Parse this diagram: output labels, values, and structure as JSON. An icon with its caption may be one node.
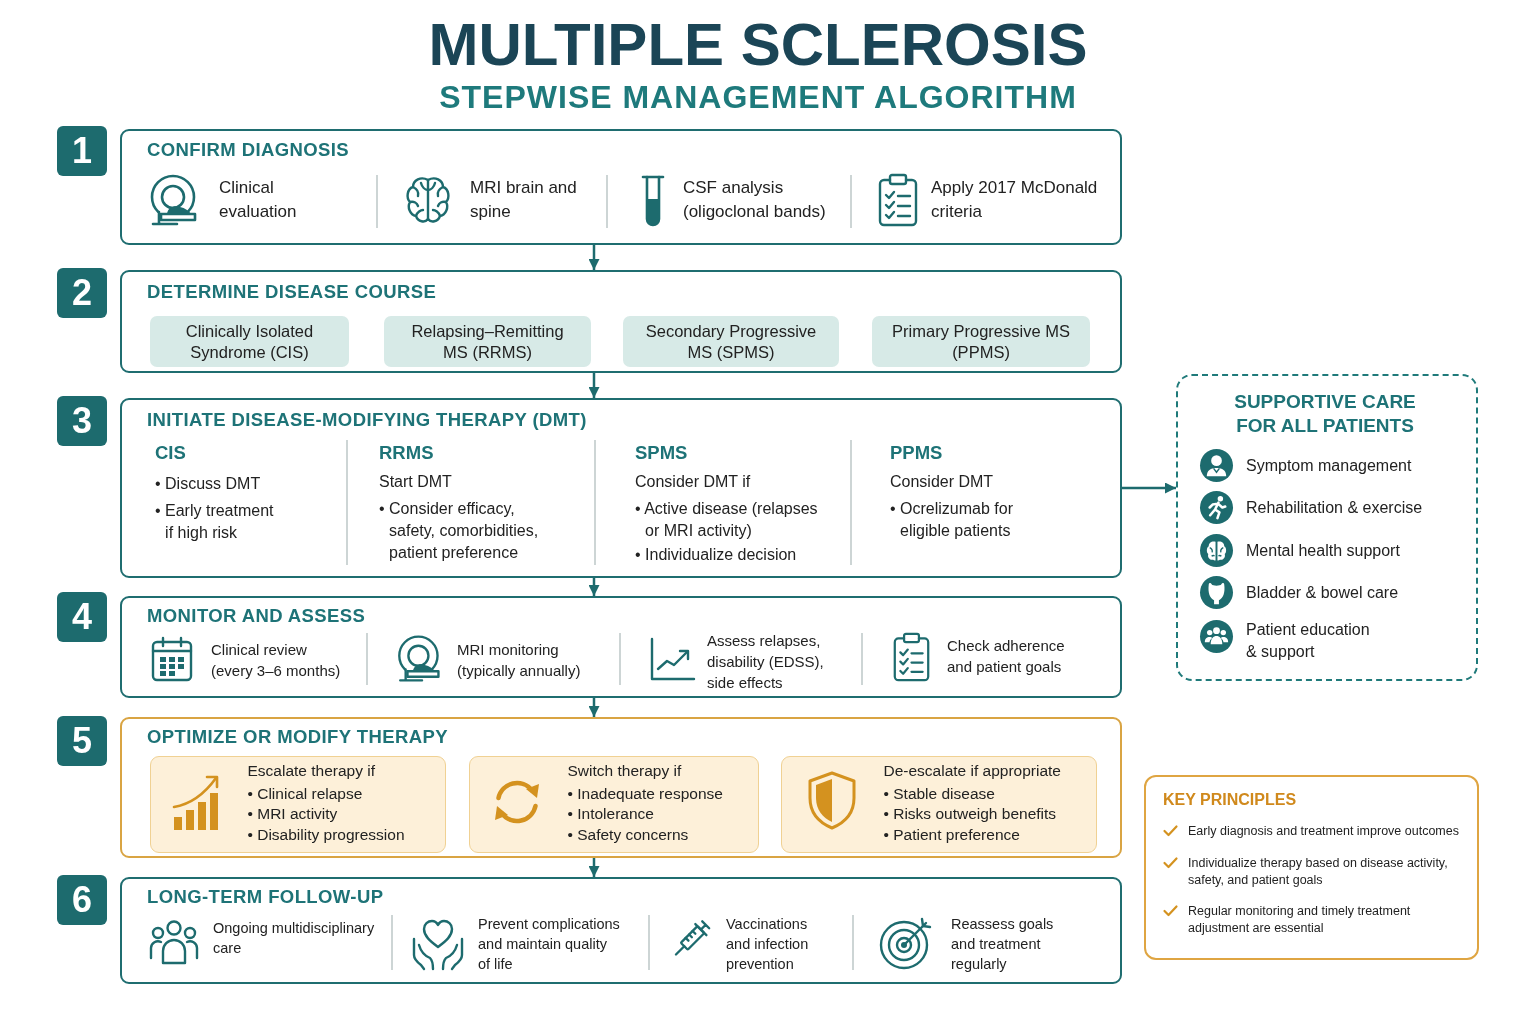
{
  "diagram": {
    "title": "MULTIPLE SCLEROSIS",
    "nodes": [
      {
        "text": [
          "1"
        ]
      },
      {
        "text": [
          "CONFIRM DIAGNOSIS",
          "Clinical evaluation",
          "MRI brain and spine",
          "CSF analysis (oligoclonal bands)",
          "Apply 2017 McDonald criteria"
        ]
      },
      {
        "text": [
          "2"
        ]
      },
      {
        "text": [
          "DETERMINE DISEASE COURSE"
        ]
      },
      {
        "text": [
          "Clinically Isolated Syndrome (CIS)"
        ],
        "in": 3
      },
      {
        "text": [
          "Relapsing–Remitting MS (RRMS)"
        ],
        "in": 3
      },
      {
        "text": [
          "Secondary Progressive MS (SPMS)"
        ],
        "in": 3
      },
      {
        "text": [
          "Primary Progressive MS (PPMS)"
        ],
        "in": 3
      },
      {
        "text": [
          "3"
        ]
      },
      {
        "text": [
          "INITIATE DISEASE-MODIFYING THERAPY (DMT)",
          "CIS",
          "• Discuss DMT",
          "• Early treatment if high risk",
          "RRMS",
          "Start DMT",
          "• Consider efficacy, safety, comorbidities, patient preference",
          "SPMS",
          "Consider DMT if",
          "• Active disease (relapses or MRI activity)",
          "• Individualize decision",
          "PPMS",
          "Consider DMT",
          "• Ocrelizumab for eligible patients"
        ]
      },
      {
        "text": [
          "4"
        ]
      },
      {
        "text": [
          "MONITOR AND ASSESS",
          "Clinical review (every 3–6 months)",
          "MRI monitoring (typically annually)",
          "Assess relapses, disability (EDSS), side effects",
          "Check adherence and patient goals"
        ]
      },
      {
        "text": [
          "5"
        ]
      },
      {
        "text": [
          "OPTIMIZE OR MODIFY THERAPY"
        ]
      },
      {
        "text": [
          "Escalate therapy if",
          "• Clinical relapse",
          "• MRI activity",
          "• Disability progression"
        ],
        "in": 13
      },
      {
        "text": [
          "Switch therapy if",
          "• Inadequate response",
          "• Intolerance",
          "• Safety concerns"
        ],
        "in": 13
      },
      {
        "text": [
          "De-escalate if appropriate",
          "• Stable disease",
          "• Risks outweigh benefits",
          "• Patient preference"
        ],
        "in": 13
      },
      {
        "text": [
          "6"
        ]
      },
      {
        "text": [
          "LONG-TERM FOLLOW-UP",
          "Ongoing multidisciplinary care",
          "Prevent complications and maintain quality of life",
          "Vaccinations and infection prevention",
          "Reassess goals and treatment regularly"
        ]
      },
      {
        "text": [
          "SUPPORTIVE CARE FOR ALL PATIENTS",
          "Symptom management",
          "Rehabilitation & exercise",
          "Mental health support",
          "Bladder & bowel care",
          "Patient education & support"
        ]
      },
      {
        "text": [
          "KEY PRINCIPLES",
          "Early diagnosis and treatment improve outcomes",
          "Individualize therapy based on disease activity, safety, and patient goals",
          "Regular monitoring and timely treatment adjustment are essential"
        ]
      }
    ],
    "edges": [
      {
        "from": 1,
        "to": 3,
        "arrow": "to"
      },
      {
        "from": 3,
        "to": 9,
        "arrow": "to"
      },
      {
        "from": 9,
        "to": 11,
        "arrow": "to"
      },
      {
        "from": 11,
        "to": 13,
        "arrow": "to"
      },
      {
        "from": 13,
        "to": 18,
        "arrow": "to"
      },
      {
        "from": 9,
        "to": 19,
        "arrow": "to"
      }
    ],
    "labels": [
      "STEPWISE MANAGEMENT ALGORITHM"
    ]
  }
}
